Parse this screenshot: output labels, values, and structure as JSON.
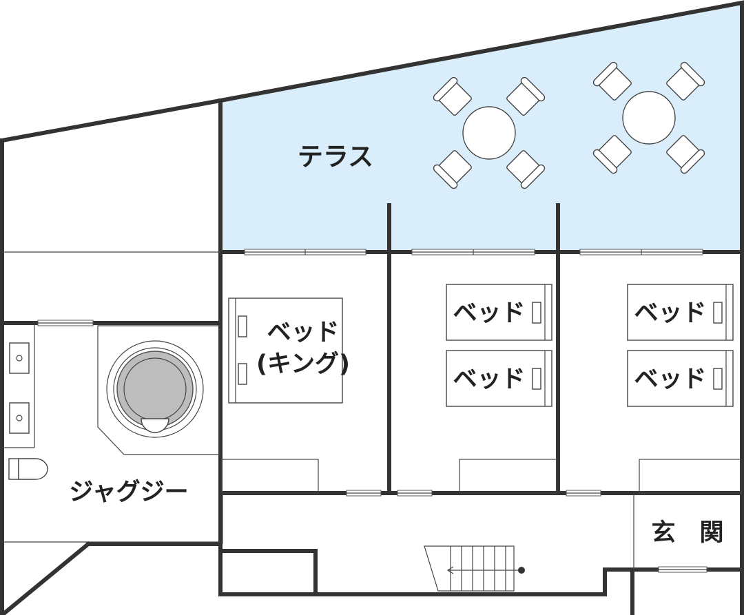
{
  "colors": {
    "terrace_fill": "#d9eefa",
    "wall": "#333333",
    "tub_fill": "#bdbdbd"
  },
  "labels": {
    "terrace": "テラス",
    "king_bed_line1": "ベッド",
    "king_bed_line2": "(キング)",
    "bed": "ベッド",
    "jacuzzi": "ジャグジー",
    "entrance": "玄　関"
  },
  "icons": {
    "table": "round-table-icon",
    "chair": "chair-icon",
    "stairs": "staircase-icon",
    "sink": "sink-icon",
    "toilet": "toilet-icon",
    "jacuzzi": "jacuzzi-tub-icon"
  }
}
